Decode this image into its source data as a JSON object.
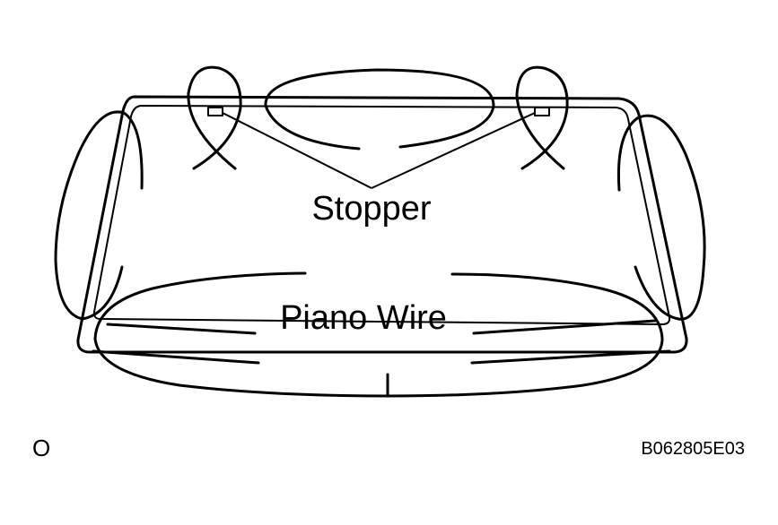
{
  "diagram": {
    "labels": {
      "stopper": "Stopper",
      "piano_wire": "Piano Wire"
    },
    "footer": {
      "left_mark": "O",
      "figure_code": "B062805E03"
    }
  }
}
